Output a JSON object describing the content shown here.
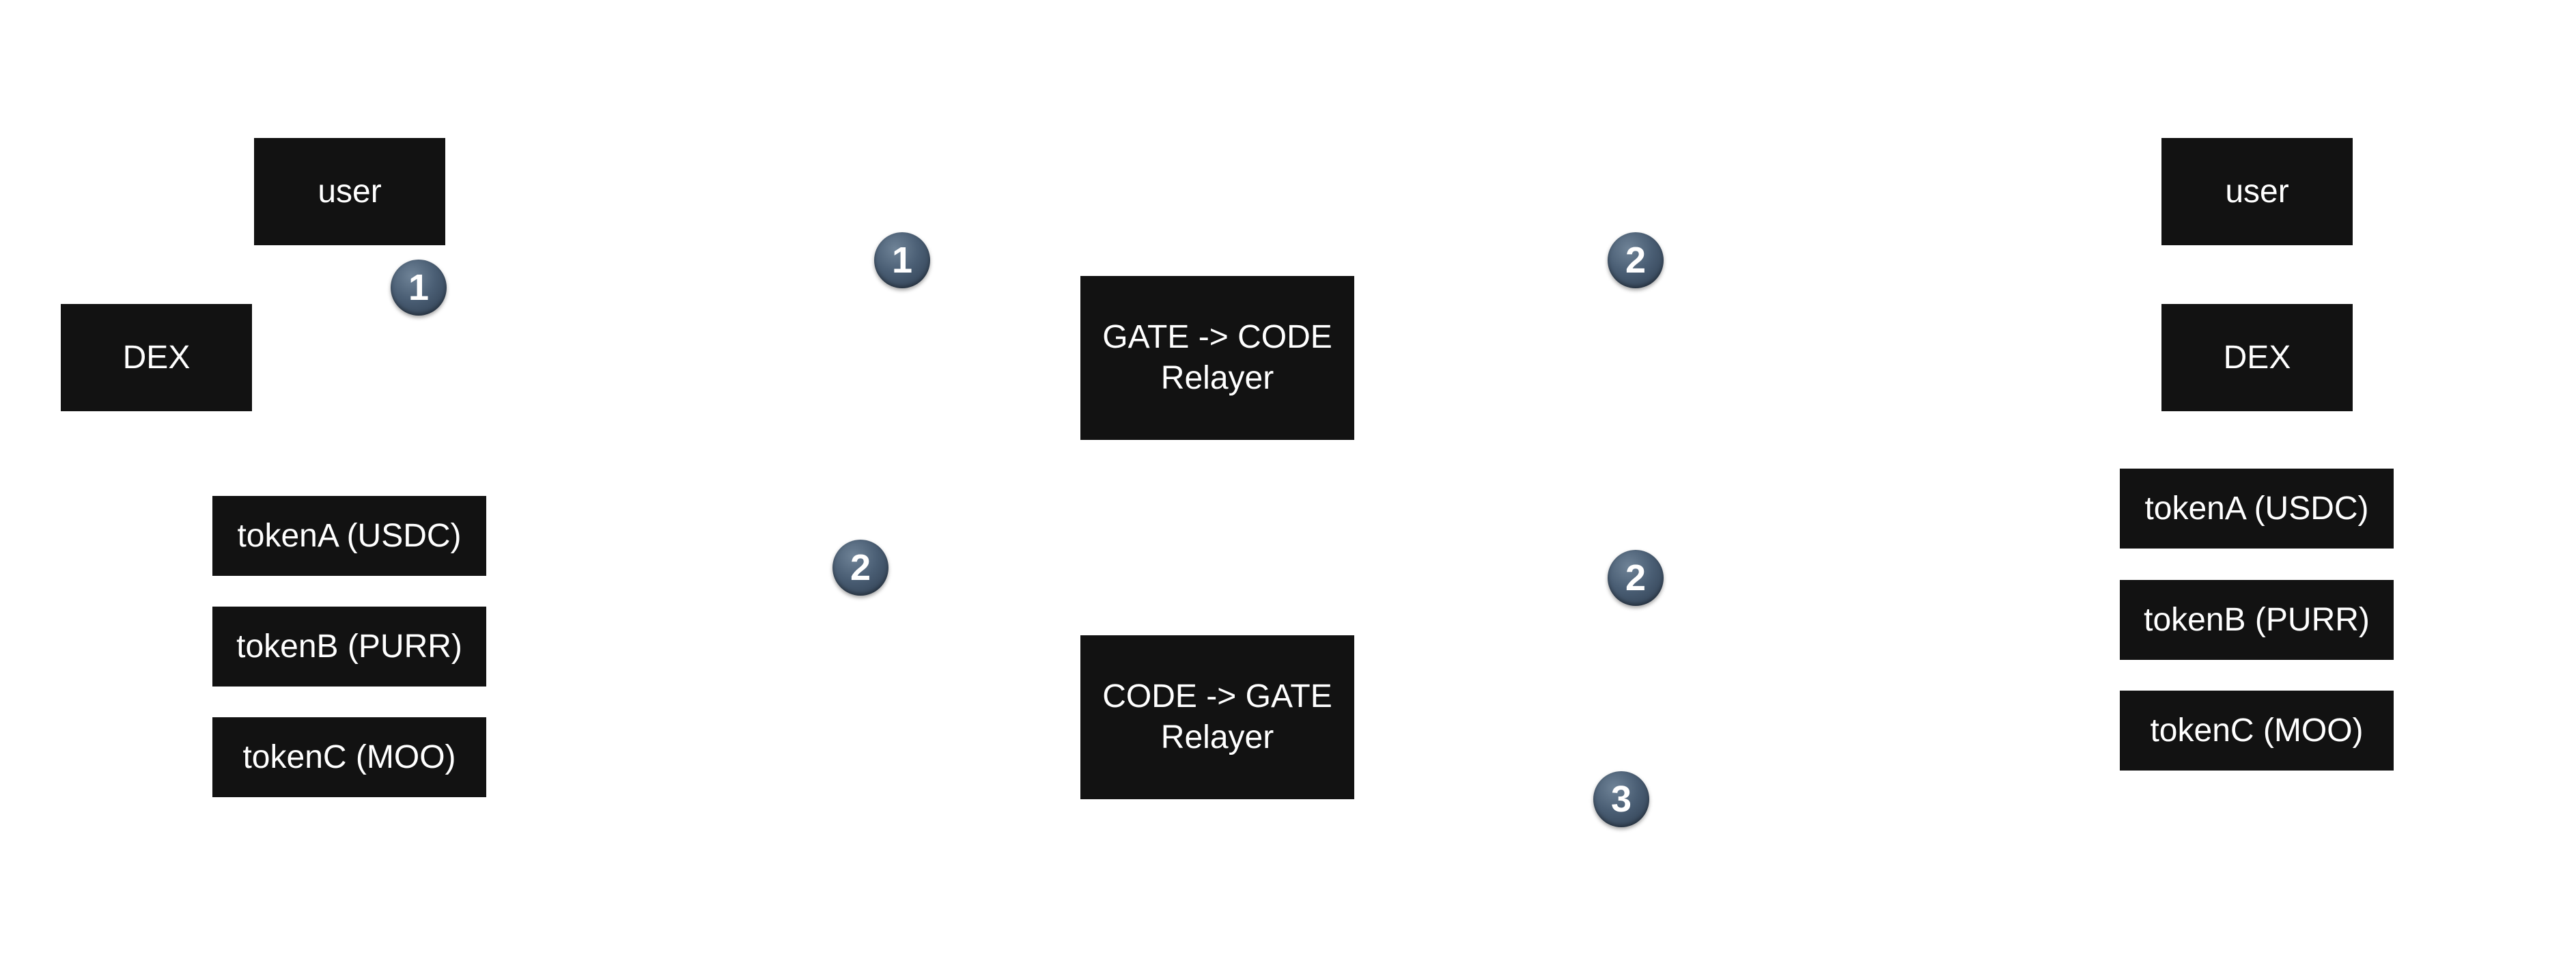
{
  "nodes": {
    "left_user": "user",
    "left_dex": "DEX",
    "left_token_a": "tokenA (USDC)",
    "left_token_b": "tokenB (PURR)",
    "left_token_c": "tokenC (MOO)",
    "gate_to_code": "GATE -> CODE\nRelayer",
    "code_to_gate": "CODE -> GATE\nRelayer",
    "right_user": "user",
    "right_dex": "DEX",
    "right_token_a": "tokenA (USDC)",
    "right_token_b": "tokenB (PURR)",
    "right_token_c": "tokenC (MOO)"
  },
  "badges": {
    "b1": "1",
    "b2": "1",
    "b3": "2",
    "b4": "2",
    "b5": "2",
    "b6": "3"
  },
  "colors": {
    "node_fill": "#121212",
    "node_text": "#ffffff",
    "badge_fill": "#4a5e74",
    "background": "#ffffff"
  }
}
